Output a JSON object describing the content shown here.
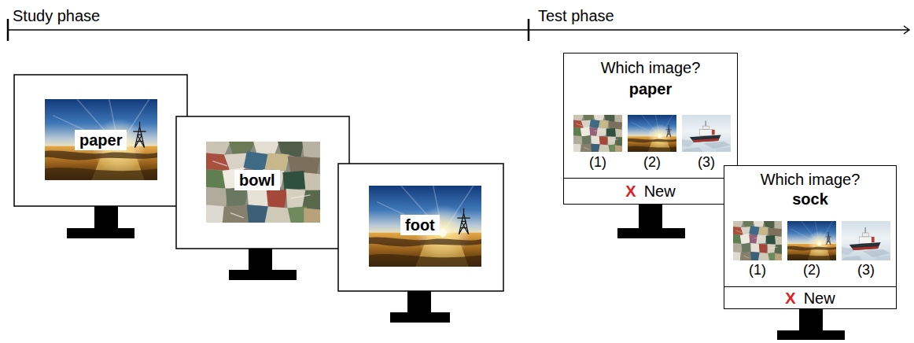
{
  "diagram": {
    "nodes": [
      {
        "text": [
          "paper"
        ]
      },
      {
        "text": [
          "bowl"
        ]
      },
      {
        "text": [
          "foot"
        ]
      },
      {
        "text": [
          "Which image?",
          "paper"
        ]
      },
      {
        "text": [
          "X",
          "New"
        ],
        "in": 3
      },
      {
        "text": [
          "Which image?",
          "sock"
        ]
      },
      {
        "text": [
          "X",
          "New"
        ],
        "in": 5
      }
    ],
    "labels": [
      "Study phase",
      "Test phase",
      "(1)",
      "(2)",
      "(3)",
      "(1)",
      "(2)",
      "(3)"
    ]
  }
}
